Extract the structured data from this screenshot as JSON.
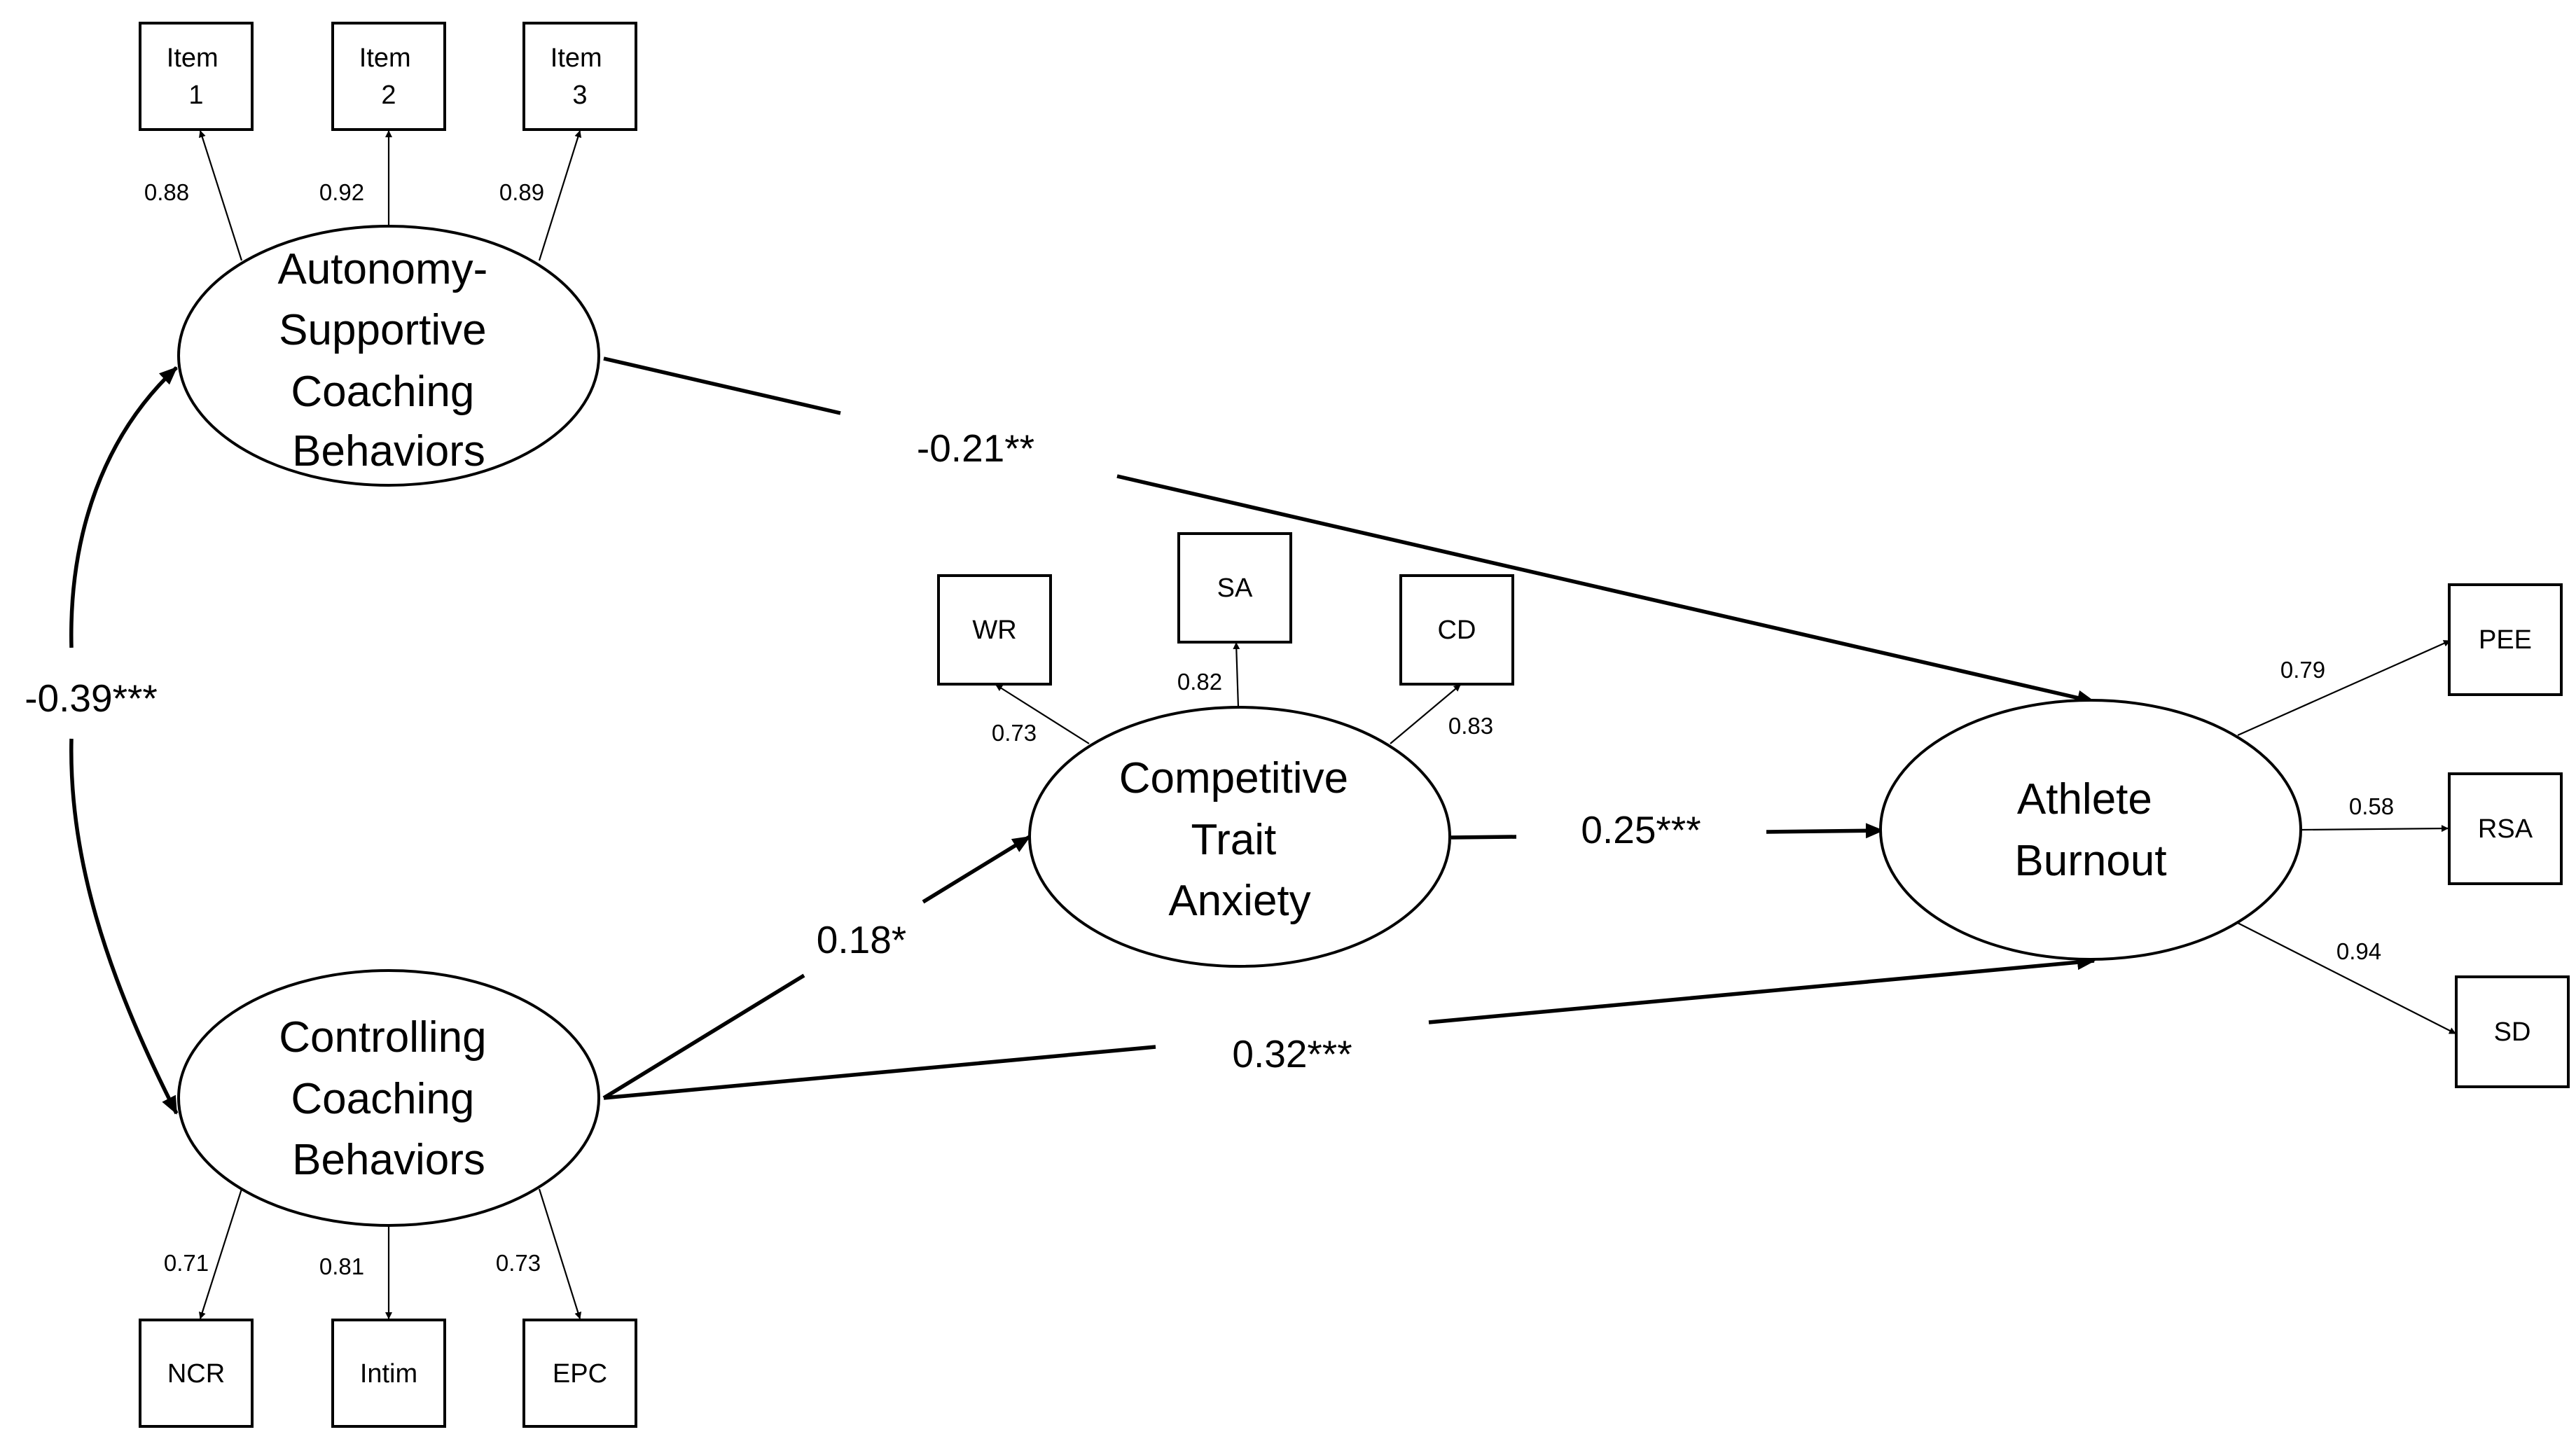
{
  "latents": {
    "autonomy": [
      "Autonomy-",
      "Supportive",
      "Coaching",
      "Behaviors"
    ],
    "controlling": [
      "Controlling",
      "Coaching",
      "Behaviors"
    ],
    "anxiety": [
      "Competitive",
      "Trait",
      "Anxiety"
    ],
    "burnout": [
      "Athlete",
      "Burnout"
    ]
  },
  "indicators": {
    "autonomy": [
      [
        "Item",
        "1"
      ],
      [
        "Item",
        "2"
      ],
      [
        "Item",
        "3"
      ]
    ],
    "controlling": [
      "NCR",
      "Intim",
      "EPC"
    ],
    "anxiety": [
      "WR",
      "SA",
      "CD"
    ],
    "burnout": [
      "PEE",
      "RSA",
      "SD"
    ]
  },
  "loadings": {
    "autonomy": [
      "0.88",
      "0.92",
      "0.89"
    ],
    "controlling": [
      "0.71",
      "0.81",
      "0.73"
    ],
    "anxiety": [
      "0.73",
      "0.82",
      "0.83"
    ],
    "burnout": [
      "0.79",
      "0.58",
      "0.94"
    ]
  },
  "paths": {
    "autonomy_burnout": "-0.21**",
    "correlation": "-0.39***",
    "controlling_anxiety": "0.18*",
    "anxiety_burnout": "0.25***",
    "controlling_burnout": "0.32***"
  }
}
